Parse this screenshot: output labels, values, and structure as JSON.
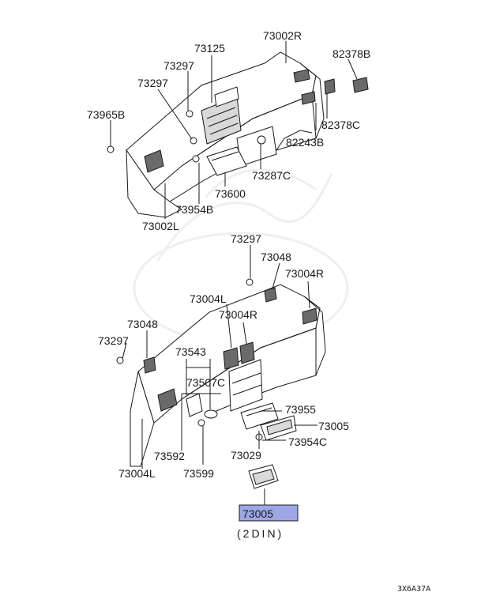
{
  "labels": {
    "l1": "73125",
    "l2": "73002R",
    "l3": "82378B",
    "l4": "73297",
    "l5": "73297",
    "l6": "82378C",
    "l7": "73965B",
    "l8": "82243B",
    "l9": "73287C",
    "l10": "73600",
    "l11": "73954B",
    "l12": "73002L",
    "l13": "73297",
    "l14": "73048",
    "l15": "73004R",
    "l16": "73004L",
    "l17": "73004R",
    "l18": "73048",
    "l19": "73297",
    "l20": "73543",
    "l21": "73507C",
    "l22": "73955",
    "l23": "73005",
    "l24": "73954C",
    "l25": "73029",
    "l26": "73592",
    "l27": "73599",
    "l28": "73004L",
    "l29": "73005"
  },
  "note": "(2DIN)",
  "diagram_code": "3X6A37A",
  "colors": {
    "highlight": "#9fa6e6",
    "line": "#1a1a1a"
  }
}
